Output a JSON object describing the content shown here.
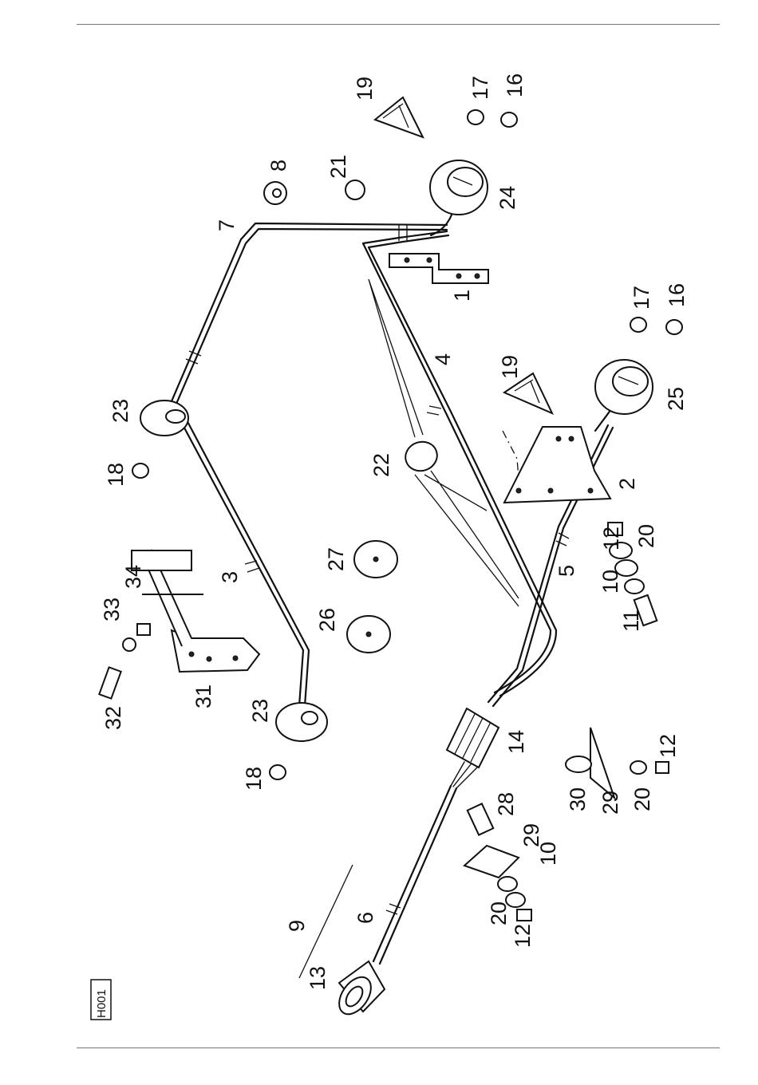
{
  "figure_code": "H001",
  "labels": {
    "p1": "1",
    "p2": "2",
    "p3": "3",
    "p4": "4",
    "p5": "5",
    "p6": "6",
    "p7": "7",
    "p8": "8",
    "p9": "9",
    "p10a": "10",
    "p10b": "10",
    "p11": "11",
    "p12a": "12",
    "p12b": "12",
    "p12c": "12",
    "p13": "13",
    "p14": "14",
    "p16a": "16",
    "p16b": "16",
    "p17a": "17",
    "p17b": "17",
    "p18a": "18",
    "p18b": "18",
    "p19a": "19",
    "p19b": "19",
    "p20a": "20",
    "p20b": "20",
    "p20c": "20",
    "p21": "21",
    "p22": "22",
    "p23a": "23",
    "p23b": "23",
    "p24": "24",
    "p25": "25",
    "p26": "26",
    "p27": "27",
    "p28": "28",
    "p29a": "29",
    "p29b": "29",
    "p30": "30",
    "p31": "31",
    "p32": "32",
    "p33": "33",
    "p34": "34"
  }
}
